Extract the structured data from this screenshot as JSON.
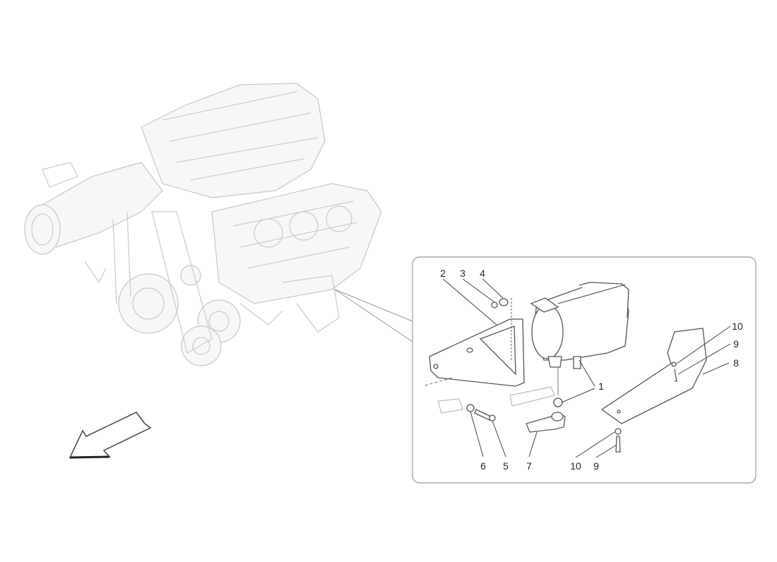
{
  "diagram": {
    "callouts": {
      "top": [
        "2",
        "3",
        "4"
      ],
      "right": [
        "10",
        "9",
        "8"
      ],
      "middle": [
        "1"
      ],
      "bottom": [
        "6",
        "5",
        "7",
        "10",
        "9"
      ]
    }
  },
  "colors": {
    "line": "#444444",
    "engine": "#c9c9c9",
    "frame": "#999999"
  }
}
